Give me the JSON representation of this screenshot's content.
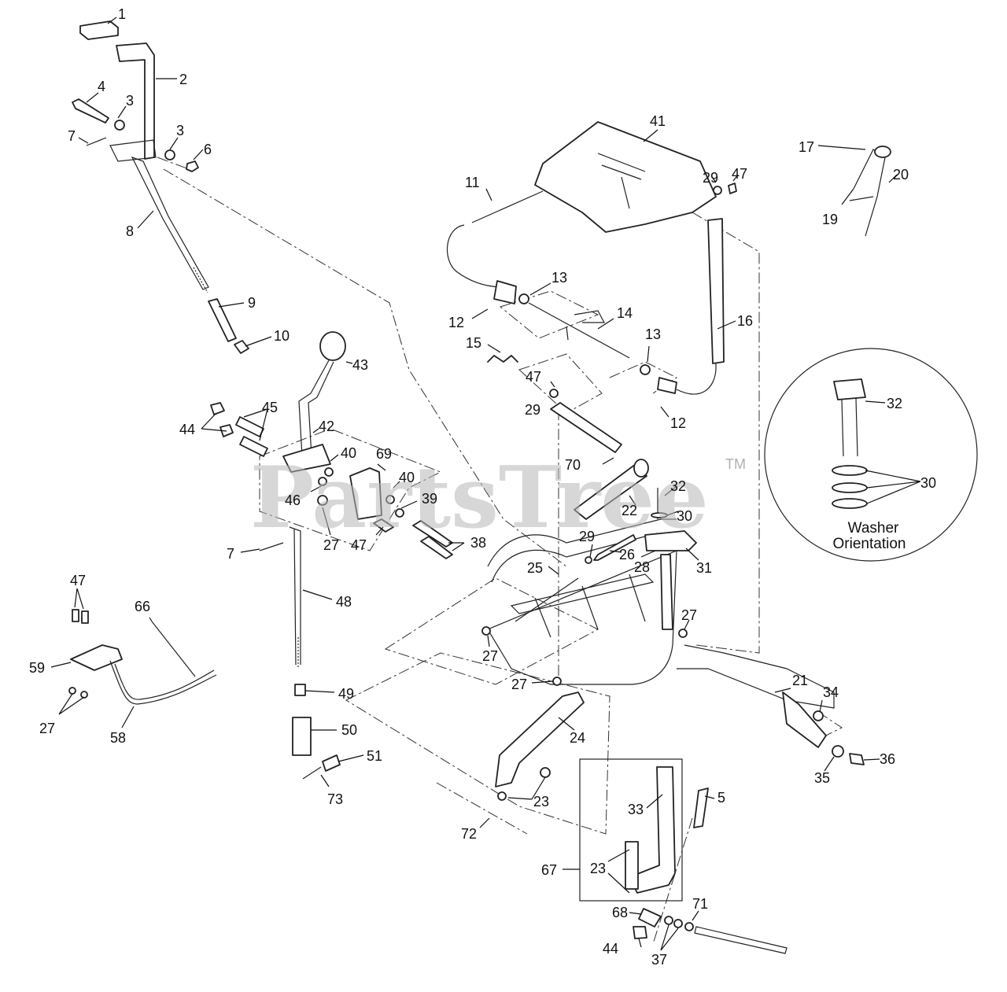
{
  "watermark": {
    "text": "PartsTree",
    "trademark": "TM"
  },
  "inset": {
    "line1": "Washer",
    "line2": "Orientation"
  },
  "callouts": {
    "c1": "1",
    "c2": "2",
    "c3a": "3",
    "c3b": "3",
    "c4": "4",
    "c5": "5",
    "c6": "6",
    "c7a": "7",
    "c7b": "7",
    "c8": "8",
    "c9": "9",
    "c10": "10",
    "c11": "11",
    "c12a": "12",
    "c12b": "12",
    "c13a": "13",
    "c13b": "13",
    "c14": "14",
    "c15": "15",
    "c16": "16",
    "c17": "17",
    "c19": "19",
    "c20": "20",
    "c21": "21",
    "c22": "22",
    "c23a": "23",
    "c23b": "23",
    "c24": "24",
    "c25": "25",
    "c26": "26",
    "c27a": "27",
    "c27b": "27",
    "c27c": "27",
    "c27d": "27",
    "c27e": "27",
    "c28": "28",
    "c29a": "29",
    "c29b": "29",
    "c29c": "29",
    "c30a": "30",
    "c30b": "30",
    "c31": "31",
    "c32a": "32",
    "c32b": "32",
    "c33": "33",
    "c34": "34",
    "c35": "35",
    "c36": "36",
    "c37": "37",
    "c38": "38",
    "c39": "39",
    "c40a": "40",
    "c40b": "40",
    "c41": "41",
    "c42": "42",
    "c43": "43",
    "c44a": "44",
    "c44b": "44",
    "c45": "45",
    "c46": "46",
    "c47a": "47",
    "c47b": "47",
    "c47c": "47",
    "c47d": "47",
    "c48": "48",
    "c49": "49",
    "c50": "50",
    "c51": "51",
    "c58": "58",
    "c59": "59",
    "c66": "66",
    "c67": "67",
    "c68": "68",
    "c69": "69",
    "c70": "70",
    "c71": "71",
    "c72": "72",
    "c73": "73"
  }
}
